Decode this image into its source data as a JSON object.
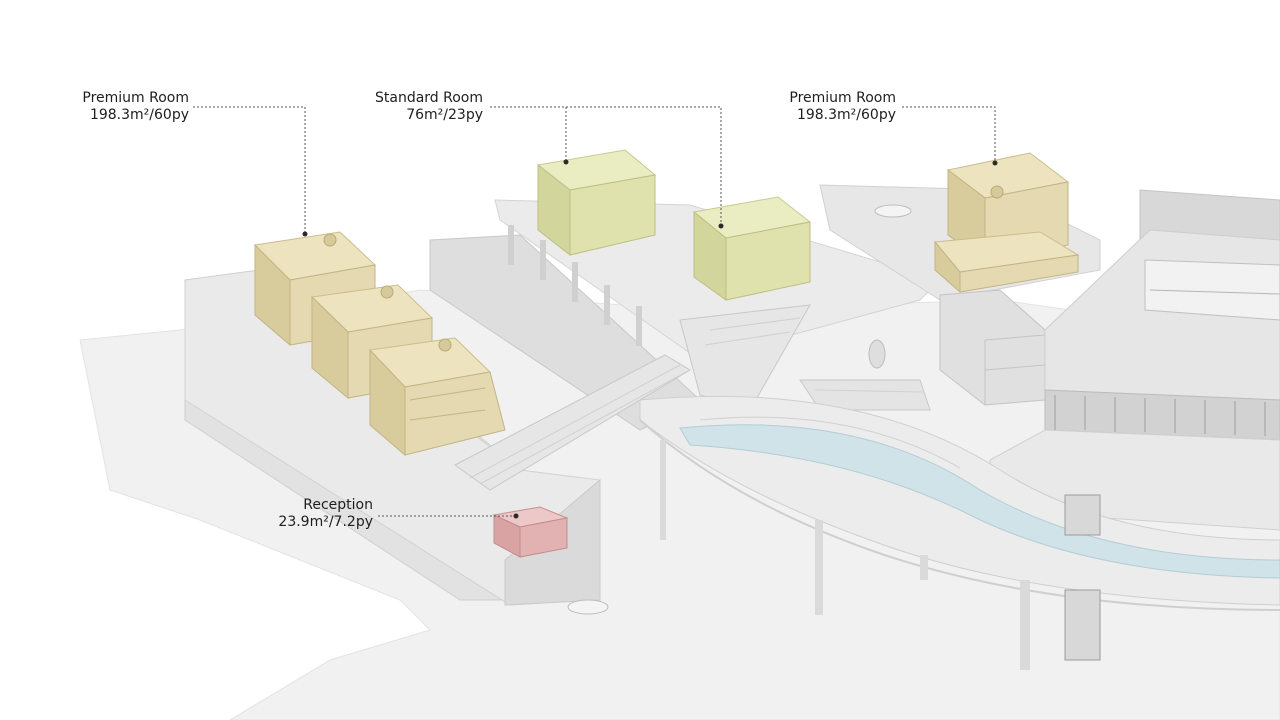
{
  "labels": {
    "premium_left": {
      "name": "Premium Room",
      "area": "198.3m²/60py"
    },
    "standard": {
      "name": "Standard Room",
      "area": "76m²/23py"
    },
    "premium_right": {
      "name": "Premium Room",
      "area": "198.3m²/60py"
    },
    "reception": {
      "name": "Reception",
      "area": "23.9m²/7.2py"
    }
  },
  "colors": {
    "premium": "#e4d9b0",
    "standard": "#dfe2ac",
    "reception": "#e2b2b2",
    "pool_water": "#cfe3e8",
    "building_light": "#efefef",
    "building_mid": "#dcdcdc",
    "building_dark": "#c7c7c7",
    "leader_line": "#555555"
  }
}
